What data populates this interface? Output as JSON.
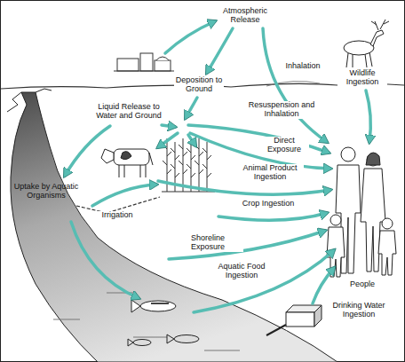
{
  "diagram": {
    "labels": [
      "Atmospheric Release",
      "Inhalation",
      "Wildlife Ingestion",
      "Liquid Release to Water and Ground",
      "Deposition to Ground",
      "Resuspension and Inhalation",
      "Direct Exposure",
      "Animal Product Ingestion",
      "Crop Ingestion",
      "Irrigation",
      "Uptake by Aquatic Organisms",
      "Shoreline Exposure",
      "Aquatic Food Ingestion",
      "People",
      "Drinking Water Ingestion"
    ]
  }
}
